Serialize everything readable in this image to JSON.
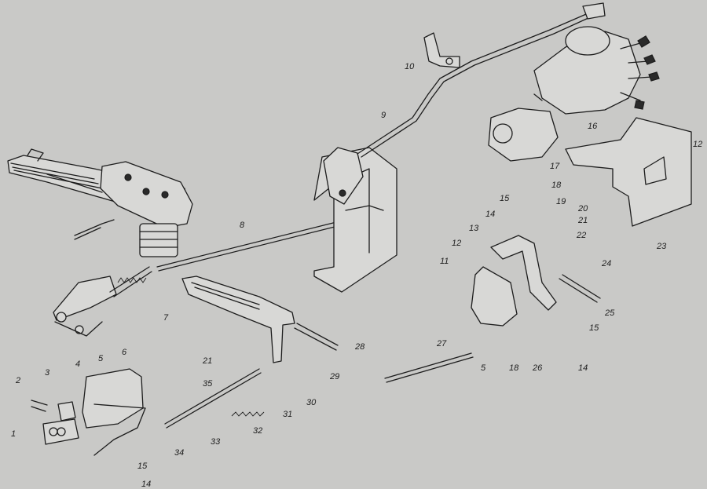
{
  "callouts": {
    "c1": "1",
    "c2": "2",
    "c3": "3",
    "c4": "4",
    "c5a": "5",
    "c5b": "5",
    "c6": "6",
    "c7": "7",
    "c8": "8",
    "c9": "9",
    "c10": "10",
    "c11": "11",
    "c12a": "12",
    "c12b": "12",
    "c13": "13",
    "c14a": "14",
    "c14b": "14",
    "c14c": "14",
    "c15a": "15",
    "c15b": "15",
    "c15c": "15",
    "c16": "16",
    "c17": "17",
    "c18a": "18",
    "c18b": "18",
    "c19": "19",
    "c20": "20",
    "c21a": "21",
    "c21b": "21",
    "c22": "22",
    "c23": "23",
    "c24": "24",
    "c25": "25",
    "c26": "26",
    "c27": "27",
    "c28": "28",
    "c29": "29",
    "c30": "30",
    "c31": "31",
    "c32": "32",
    "c33": "33",
    "c34": "34",
    "c35": "35"
  }
}
